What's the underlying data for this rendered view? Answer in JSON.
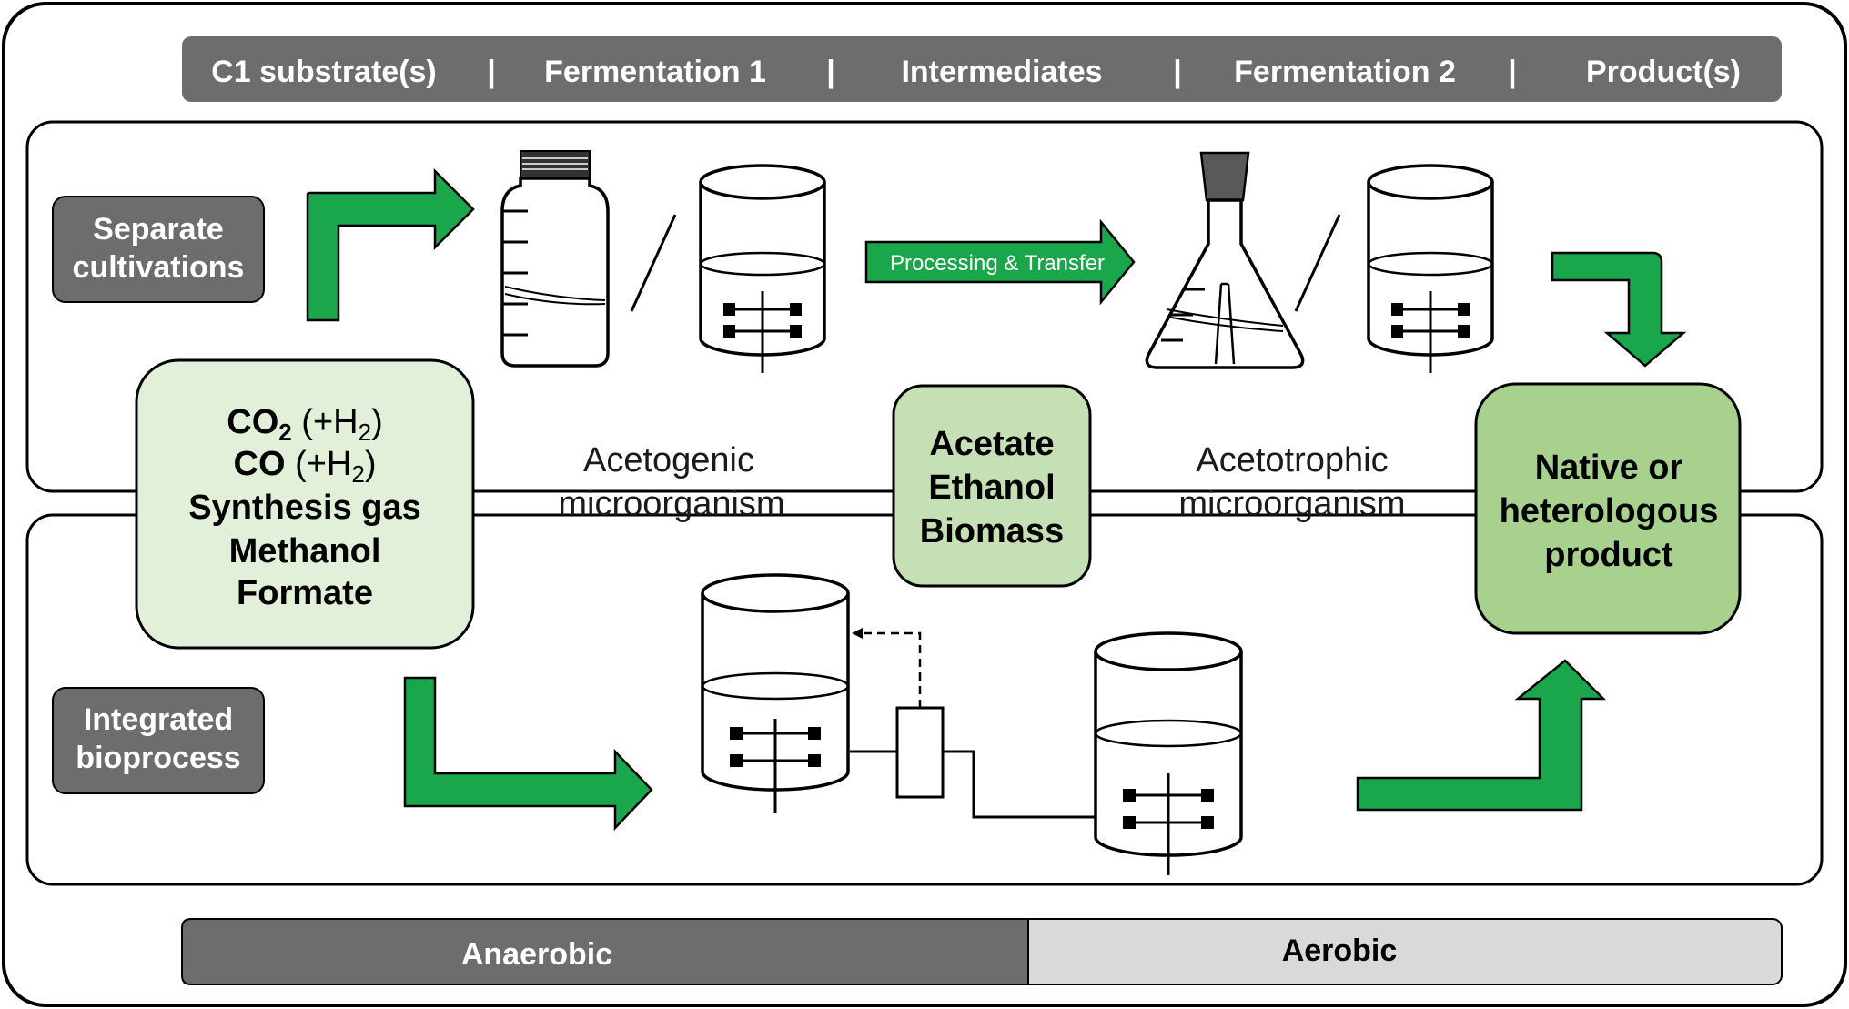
{
  "header": {
    "stages": [
      "C1 substrate(s)",
      "Fermentation 1",
      "Intermediates",
      "Fermentation 2",
      "Product(s)"
    ],
    "separator": "|"
  },
  "modes": {
    "separate": [
      "Separate",
      "cultivations"
    ],
    "integrated": [
      "Integrated",
      "bioprocess"
    ]
  },
  "substrates": {
    "co2": "CO",
    "co2_sub": "2",
    "co2_h2": "(+H",
    "co": "CO",
    "co_h2": "(+H",
    "h2_sub": "2",
    "close_paren": ")",
    "syngas": "Synthesis gas",
    "methanol": "Methanol",
    "formate": "Formate"
  },
  "acetogenic": [
    "Acetogenic",
    "microorganism"
  ],
  "intermediates": [
    "Acetate",
    "Ethanol",
    "Biomass"
  ],
  "acetotrophic": [
    "Acetotrophic",
    "microorganism"
  ],
  "processing_label": "Processing & Transfer",
  "product": [
    "Native or",
    "heterologous",
    "product"
  ],
  "conditions": {
    "anaerobic": "Anaerobic",
    "aerobic": "Aerobic"
  },
  "colors": {
    "arrow_green": "#1aa64a",
    "substrate_box": "#e2f0d9",
    "intermediate_box": "#c5e0b4",
    "product_box": "#a9d18e",
    "header_bar": "#6d6d6d",
    "label_box": "#6d6d6d",
    "aerobic_bar": "#d9d9d9"
  }
}
